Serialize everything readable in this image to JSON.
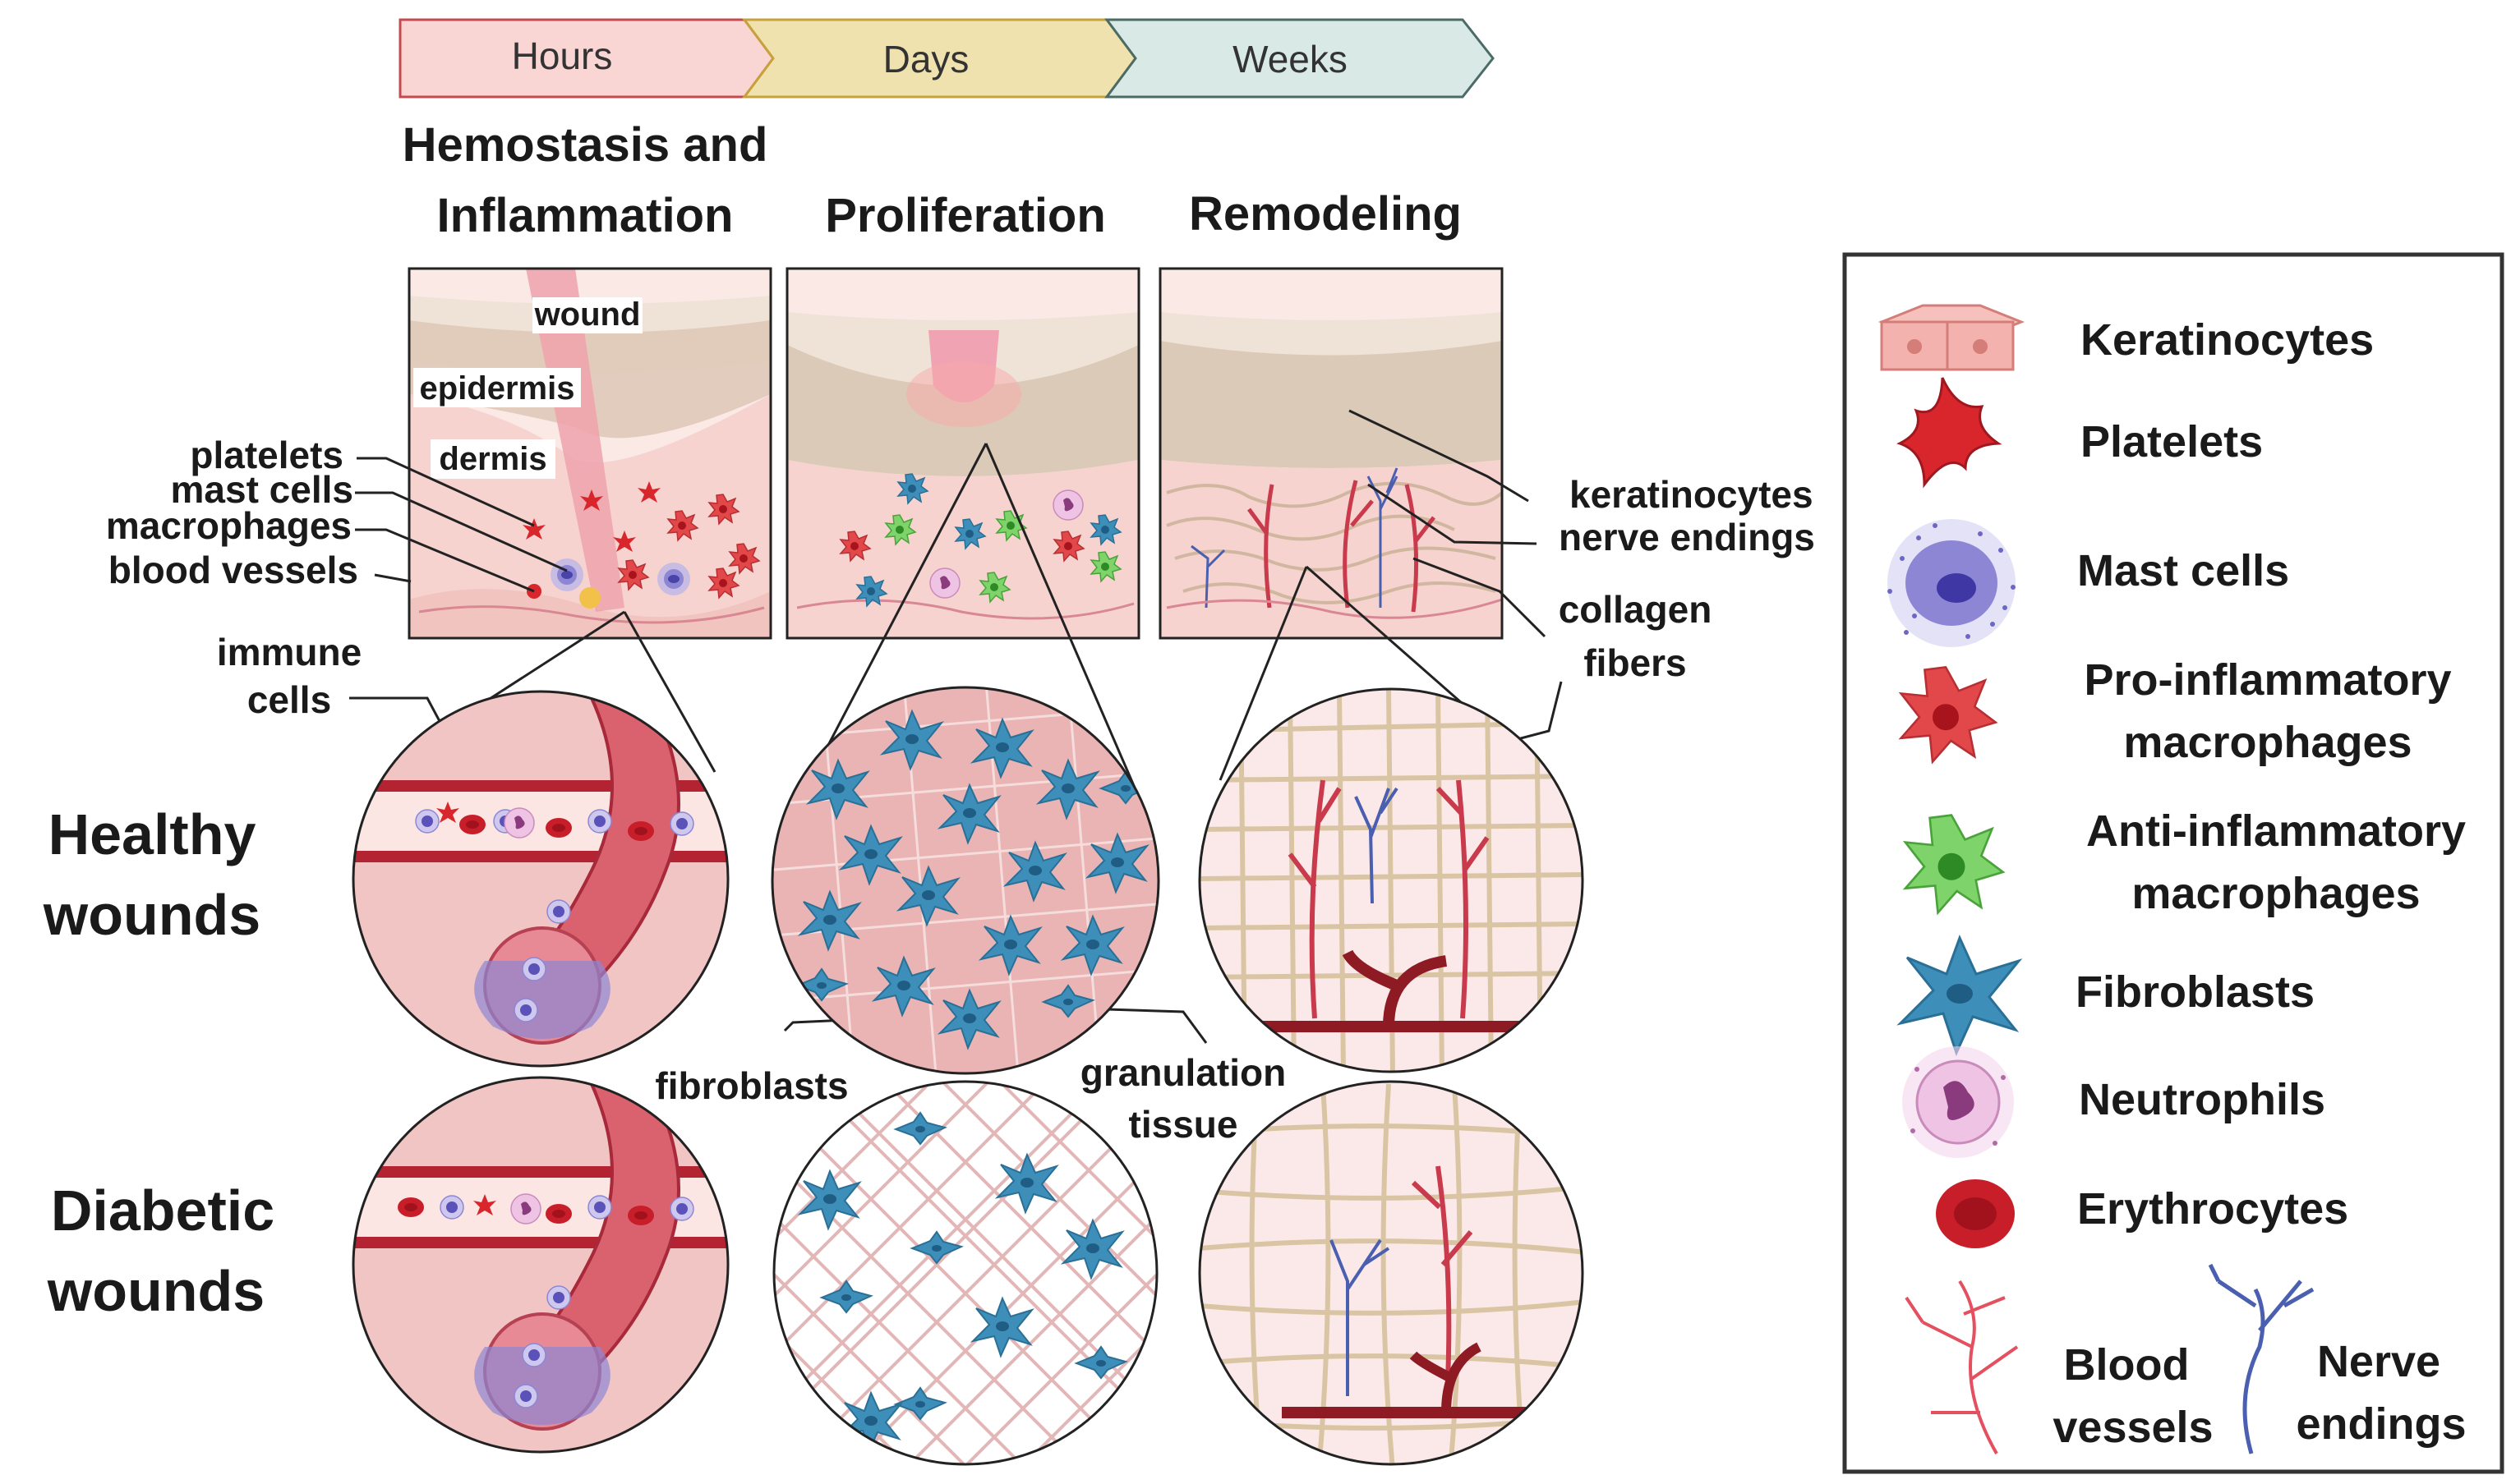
{
  "timeline": {
    "hours": "Hours",
    "days": "Days",
    "weeks": "Weeks",
    "colors": {
      "hours": "#f9d5d3",
      "days": "#f0e2ae",
      "weeks": "#d9e9e6"
    }
  },
  "phases": {
    "hemostasis_line1": "Hemostasis and",
    "hemostasis_line2": "Inflammation",
    "proliferation": "Proliferation",
    "remodeling": "Remodeling"
  },
  "panel_labels": {
    "wound": "wound",
    "epidermis": "epidermis",
    "dermis": "dermis"
  },
  "callouts": {
    "platelets": "platelets",
    "mast_cells": "mast cells",
    "macrophages": "macrophages",
    "blood_vessels": "blood vessels",
    "immune": "immune",
    "cells": "cells",
    "keratinocytes": "keratinocytes",
    "nerve_endings": "nerve endings",
    "collagen": "collagen",
    "fibers": "fibers",
    "fibroblasts": "fibroblasts",
    "granulation": "granulation",
    "tissue": "tissue"
  },
  "rows": {
    "healthy_1": "Healthy",
    "healthy_2": "wounds",
    "diabetic_1": "Diabetic",
    "diabetic_2": "wounds"
  },
  "legend": {
    "keratinocytes": "Keratinocytes",
    "platelets": "Platelets",
    "mast_cells": "Mast cells",
    "pro_1": "Pro-inflammatory",
    "pro_2": "macrophages",
    "anti_1": "Anti-inflammatory",
    "anti_2": "macrophages",
    "fibroblasts": "Fibroblasts",
    "neutrophils": "Neutrophils",
    "erythrocytes": "Erythrocytes",
    "blood_1": "Blood",
    "blood_2": "vessels",
    "nerve_1": "Nerve",
    "nerve_2": "endings"
  },
  "colors": {
    "platelet": "#d8262c",
    "mast_cell": "#8d86d4",
    "pro_macrophage": "#e2484a",
    "anti_macrophage": "#7ed36a",
    "fibroblast": "#3d8fba",
    "neutrophil": "#e3a6d3",
    "erythrocyte": "#c81e2a",
    "blood_vessel": "#d53a4a",
    "nerve": "#4a5fb0",
    "collagen": "#d9c5a3",
    "skin": "#f3d3cf"
  }
}
